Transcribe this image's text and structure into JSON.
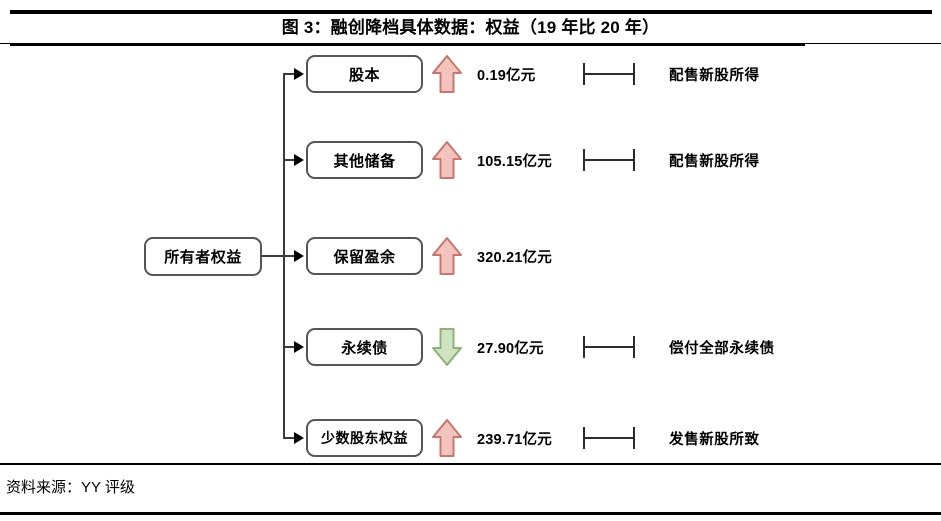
{
  "title": "图 3：融创降档具体数据：权益（19 年比 20 年）",
  "source": "资料来源：YY 评级",
  "colors": {
    "up_fill": "#f3c3bd",
    "up_stroke": "#c4786f",
    "down_fill": "#cfe3c3",
    "down_stroke": "#8fb077",
    "node_stroke": "#555555",
    "connector": "#3b3b3b"
  },
  "diagram": {
    "type": "tree",
    "root": {
      "label": "所有者权益"
    },
    "branches": [
      {
        "label": "股本",
        "direction": "up",
        "amount": "0.19亿元",
        "has_bracket": true,
        "note": "配售新股所得"
      },
      {
        "label": "其他储备",
        "direction": "up",
        "amount": "105.15亿元",
        "has_bracket": true,
        "note": "配售新股所得"
      },
      {
        "label": "保留盈余",
        "direction": "up",
        "amount": "320.21亿元",
        "has_bracket": false,
        "note": ""
      },
      {
        "label": "永续债",
        "direction": "down",
        "amount": "27.90亿元",
        "has_bracket": true,
        "note": "偿付全部永续债"
      },
      {
        "label": "少数股东权益",
        "direction": "up",
        "amount": "239.71亿元",
        "has_bracket": true,
        "note": "发售新股所致"
      }
    ]
  }
}
